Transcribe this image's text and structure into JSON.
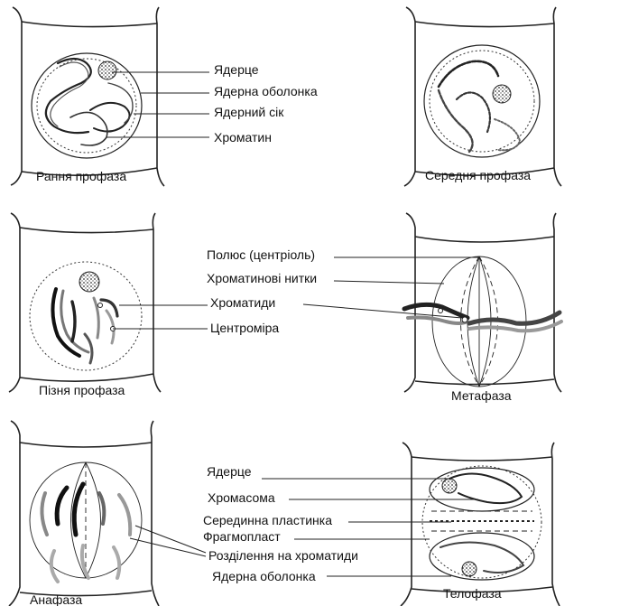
{
  "stages": {
    "early_prophase": "Рання профаза",
    "mid_prophase": "Середня профаза",
    "late_prophase": "Пізня  профаза",
    "metaphase": "Метафаза",
    "anaphase": "Анафаза",
    "telophase": "Телофаза"
  },
  "labels_early": {
    "nucleolus": "Ядерце",
    "nuclear_envelope": "Ядерна оболонка",
    "nuclear_sap": "Ядерний сік",
    "chromatin": "Хроматин"
  },
  "labels_mid": {
    "pole": "Полюс (центріоль)",
    "chromatin_threads": "Хроматинові нитки",
    "chromatids": "Хроматиди",
    "centromere": "Центроміра"
  },
  "labels_bottom": {
    "nucleolus": "Ядерце",
    "chromosome": "Хромасома",
    "middle_plate": "Серединна пластинка",
    "phragmoplast": "Фрагмопласт",
    "chromatid_separation": "Розділення на хроматиди",
    "nuclear_envelope": "Ядерна оболонка"
  }
}
